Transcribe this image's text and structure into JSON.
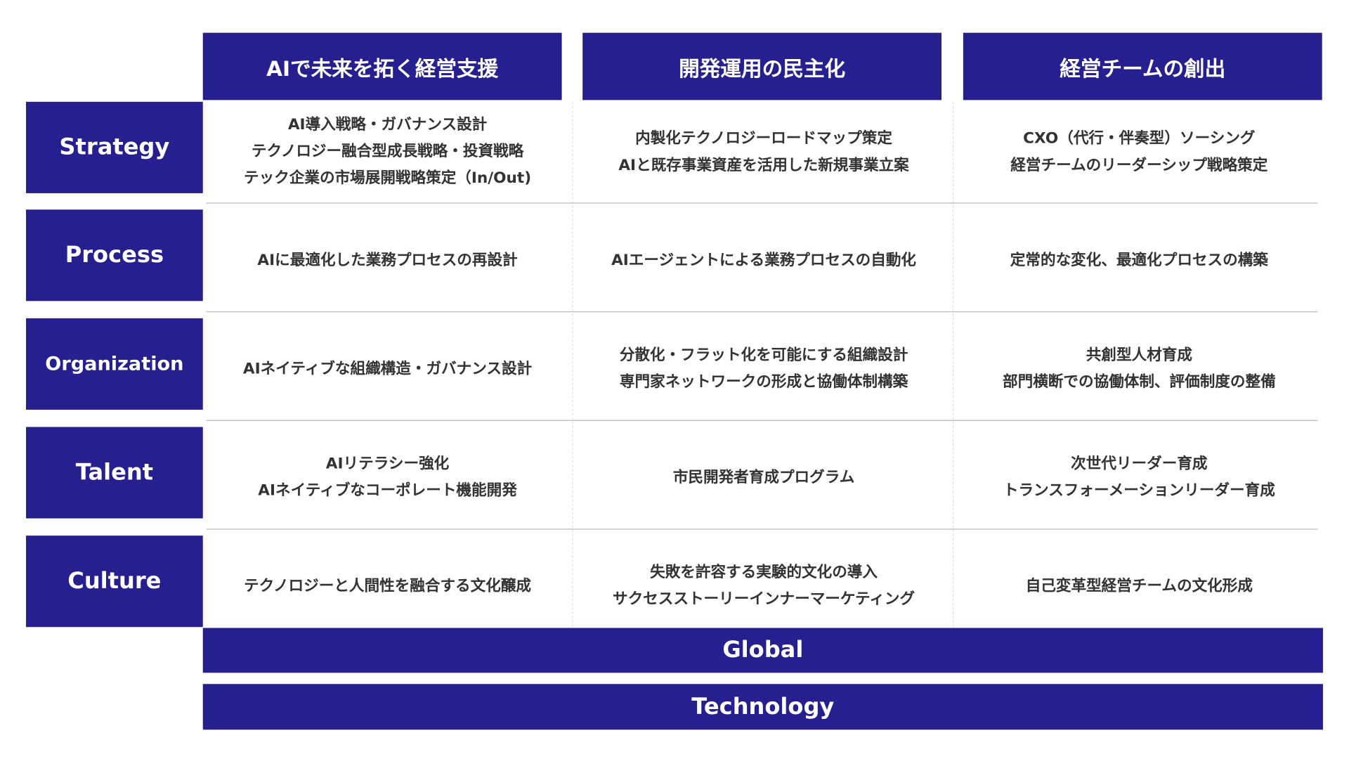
{
  "columns": [
    "AIで未来を拓く経営支援",
    "開発運用の民主化",
    "経営チームの創出"
  ],
  "rows": [
    {
      "label": "Strategy",
      "cells": [
        [
          "AI導入戦略・ガバナンス設計",
          "テクノロジー融合型成長戦略・投資戦略",
          "テック企業の市場展開戦略策定（In/Out)"
        ],
        [
          "内製化テクノロジーロードマップ策定",
          "AIと既存事業資産を活用した新規事業立案"
        ],
        [
          "CXO（代行・伴奏型）ソーシング",
          "経営チームのリーダーシップ戦略策定"
        ]
      ]
    },
    {
      "label": "Process",
      "cells": [
        [
          "AIに最適化した業務プロセスの再設計"
        ],
        [
          "AIエージェントによる業務プロセスの自動化"
        ],
        [
          "定常的な変化、最適化プロセスの構築"
        ]
      ]
    },
    {
      "label": "Organization",
      "cells": [
        [
          "AIネイティブな組織構造・ガバナンス設計"
        ],
        [
          "分散化・フラット化を可能にする組織設計",
          "専門家ネットワークの形成と協働体制構築"
        ],
        [
          "共創型人材育成",
          "部門横断での協働体制、評価制度の整備"
        ]
      ]
    },
    {
      "label": "Talent",
      "cells": [
        [
          "AIリテラシー強化",
          "AIネイティブなコーポレート機能開発"
        ],
        [
          "市民開発者育成プログラム"
        ],
        [
          "次世代リーダー育成",
          "トランスフォーメーションリーダー育成"
        ]
      ]
    },
    {
      "label": "Culture",
      "cells": [
        [
          "テクノロジーと人間性を融合する文化醸成"
        ],
        [
          "失敗を許容する実験的文化の導入",
          "サクセスストーリーインナーマーケティング"
        ],
        [
          "自己変革型経営チームの文化形成"
        ]
      ]
    }
  ],
  "bands": [
    "Global",
    "Technology"
  ],
  "colors": {
    "brand": "#261f8f"
  }
}
